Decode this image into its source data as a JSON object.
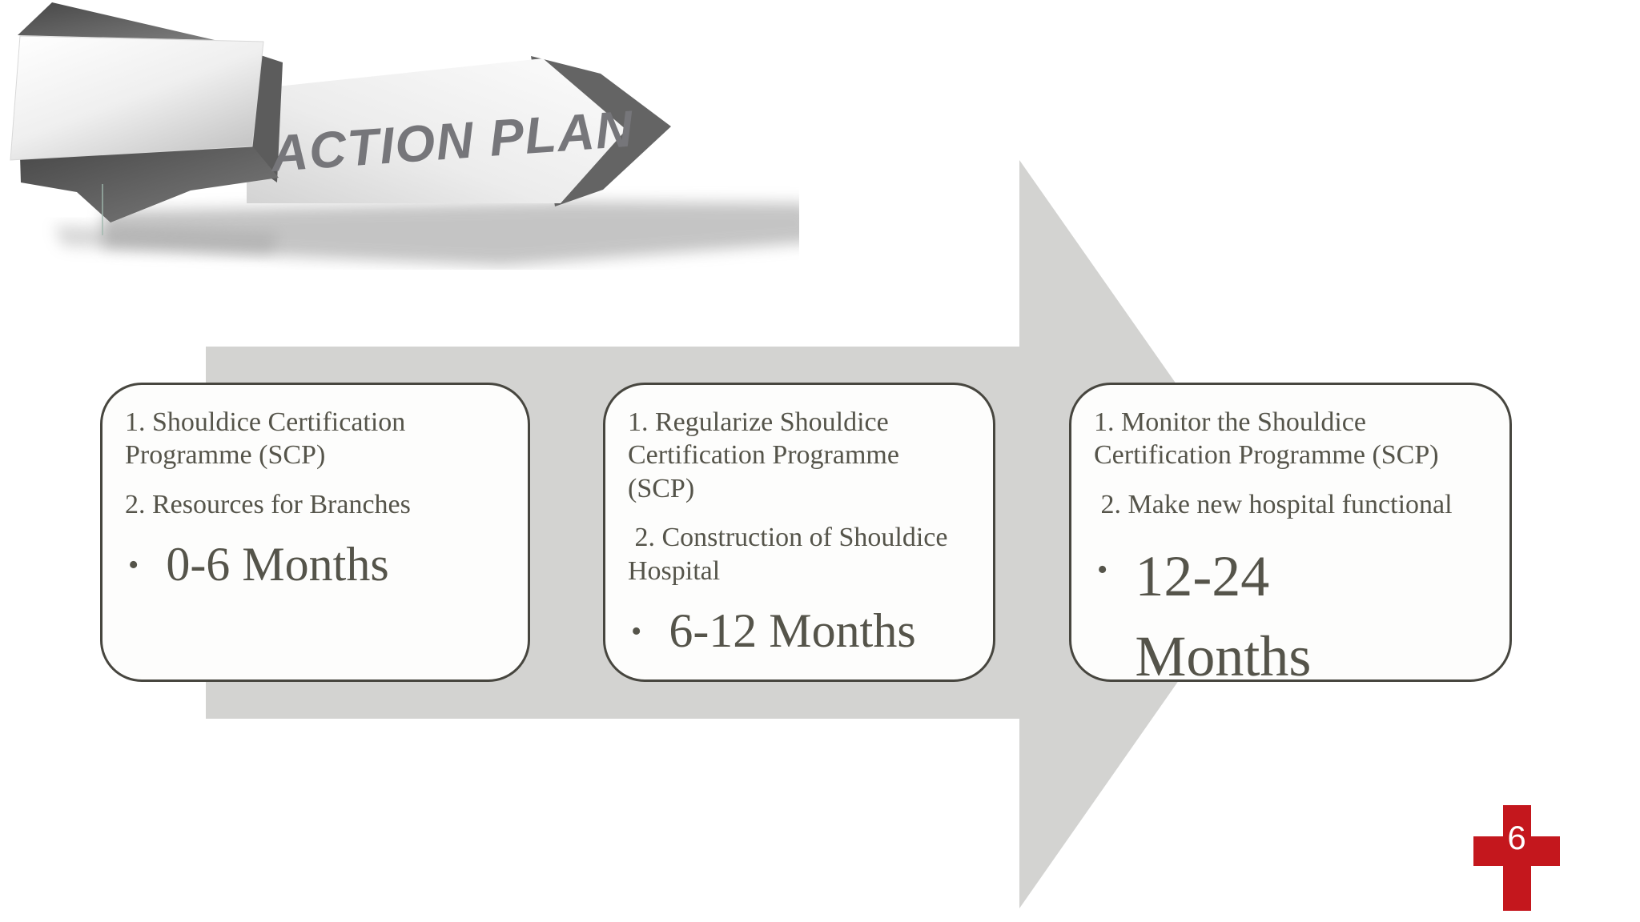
{
  "banner": {
    "title": "ACTION PLAN"
  },
  "bullet_glyph": "•",
  "boxes": [
    {
      "items": [
        "1. Shouldice Certification Programme (SCP)",
        "2. Resources for Branches"
      ],
      "duration": "0-6 Months"
    },
    {
      "items": [
        "1. Regularize Shouldice Certification Programme (SCP)",
        " 2. Construction of Shouldice Hospital"
      ],
      "duration": "6-12 Months"
    },
    {
      "items": [
        "1. Monitor the Shouldice Certification Programme (SCP)",
        " 2. Make new hospital functional"
      ],
      "duration": "12-24 Months"
    }
  ],
  "page_number": "6",
  "colors": {
    "timeline_arrow": "#d3d3d1",
    "box_border": "#47463f",
    "body_text": "#55544a",
    "banner_text": "#76767a",
    "accent_red": "#c4171d",
    "cross_number": "#ffffff"
  }
}
